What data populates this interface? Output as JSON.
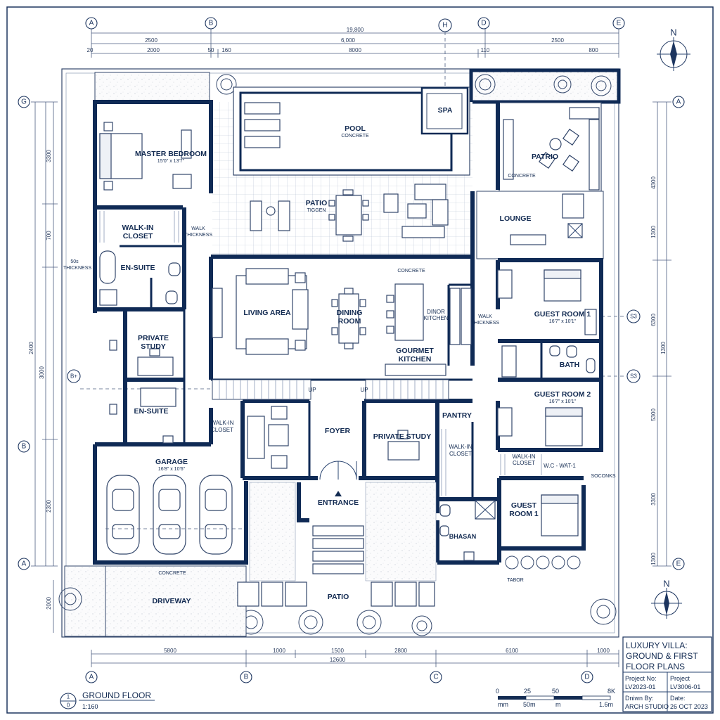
{
  "title_block": {
    "heading_line1": "LUXURY VILLA:",
    "heading_line2": "GROUND & FIRST",
    "heading_line3": "FLOOR PLANS",
    "project_no_label": "Project No:",
    "project_no_value": "LV2023-01",
    "project_label": "Project",
    "project_value": "LV3006-01",
    "drawn_by_label": "Dniwn By:",
    "drawn_by_value": "ARCH STUDIO",
    "date_label": "Date:",
    "date_value": "26 OCT 2023"
  },
  "drawing_title": {
    "name": "GROUND FLOOR",
    "scale": "1:160",
    "number_top": "1",
    "number_bottom": "0"
  },
  "scale_bar": {
    "ticks": [
      "0",
      "25",
      "50",
      "8K"
    ],
    "units": [
      "mm",
      "50m",
      "m",
      "1.6m"
    ]
  },
  "north_label": "N",
  "rooms": {
    "pool": "POOL",
    "pool_sub": "CONCRETE",
    "spa": "SPA",
    "patio_top": "PATRIO",
    "patio_top_sub": "CONCRETE",
    "patio_center": "PATIO",
    "patio_center_sub": "TIGGEN",
    "lounge": "LOUNGE",
    "master_bedroom": "MASTER BEDROOM",
    "master_bedroom_sub": "15'0\" x 13'7\"",
    "walkin_closet_1a": "WALK-IN",
    "walkin_closet_1b": "CLOSET",
    "walkin_note_1a": "WALK",
    "walkin_note_1b": "THICKNESS",
    "ensuite_1": "EN-SUITE",
    "wall_note_a": "50s",
    "wall_note_b": "THICKNESS",
    "living_area": "LIVING AREA",
    "dining_room_a": "DINING",
    "dining_room_b": "ROOM",
    "concrete_mid": "CONCRETE",
    "dinor_kitchen_a": "DINOR",
    "dinor_kitchen_b": "KITCHEN",
    "gourmet_kitchen_a": "GOURMET",
    "gourmet_kitchen_b": "KITCHEN",
    "walk_thickness_a": "WALK",
    "walk_thickness_b": "THICKNESS",
    "guest_room_1": "GUEST ROOM 1",
    "guest_room_1_sub": "16'7\" x 10'1\"",
    "bath": "BATH",
    "guest_room_2": "GUEST ROOM 2",
    "guest_room_2_sub": "16'7\" x 10'1\"",
    "private_study_1a": "PRIVATE",
    "private_study_1b": "STUDY",
    "ensuite_2": "EN-SUITE",
    "walkin_closet_2a": "WALK-IN",
    "walkin_closet_2b": "CLOSET",
    "up_1": "UP",
    "up_2": "UP",
    "foyer": "FOYER",
    "private_study_2": "PRIVATE STUDY",
    "pantry": "PANTRY",
    "walkin_closet_3a": "WALK-IN",
    "walkin_closet_3b": "CLOSET",
    "walkin_closet_4a": "WALK-IN",
    "walkin_closet_4b": "CLOSET",
    "wc_label": "W.C - WAT-1",
    "guest_room_3a": "GUEST",
    "guest_room_3b": "ROOM 1",
    "bhasan": "BHASAN",
    "garage": "GARAGE",
    "garage_sub": "16'8\" x 10'6\"",
    "entrance": "ENTRANCE",
    "concrete_bottom": "CONCRETE",
    "driveway": "DRIVEWAY",
    "patio_bottom": "PATIO",
    "tabor": "TABOR",
    "soconks": "SOCONKS"
  },
  "dimensions": {
    "top_total": "19,800",
    "top_r1_a": "2500",
    "top_r1_b": "6,000",
    "top_r1_c": "2500",
    "top_r2_a": "2000",
    "top_r2_b": "160",
    "top_r2_c": "8000",
    "top_r2_d": "110",
    "top_r2_e": "800",
    "top_small_a": "20",
    "top_small_b": "50",
    "bottom_a": "5800",
    "bottom_b": "1000",
    "bottom_c": "1500",
    "bottom_d": "2800",
    "bottom_e": "6100",
    "bottom_f": "1000",
    "bottom_total": "12600",
    "left_a": "3300",
    "left_b": "700",
    "left_c": "2400",
    "left_d": "3000",
    "left_e": "2300",
    "left_f": "2000",
    "right_a": "4300",
    "right_b": "1300",
    "right_c": "6300",
    "right_d": "1300",
    "right_e": "5300",
    "right_f": "3300",
    "right_g": "1300"
  },
  "grid_bubbles": {
    "top_a": "A",
    "top_b": "B",
    "top_h": "H",
    "top_d": "D",
    "top_e": "E",
    "left_g": "G",
    "left_b": "B",
    "left_a": "A",
    "left_b_mid": "B+",
    "right_a": "A",
    "right_e": "E",
    "right_s1": "S3",
    "right_s2": "S3",
    "bottom_a": "A",
    "bottom_b": "B",
    "bottom_c": "C",
    "bottom_d": "D"
  },
  "colors": {
    "wall": "#0f2a55",
    "ink": "#132b52",
    "paper": "#ffffff"
  }
}
